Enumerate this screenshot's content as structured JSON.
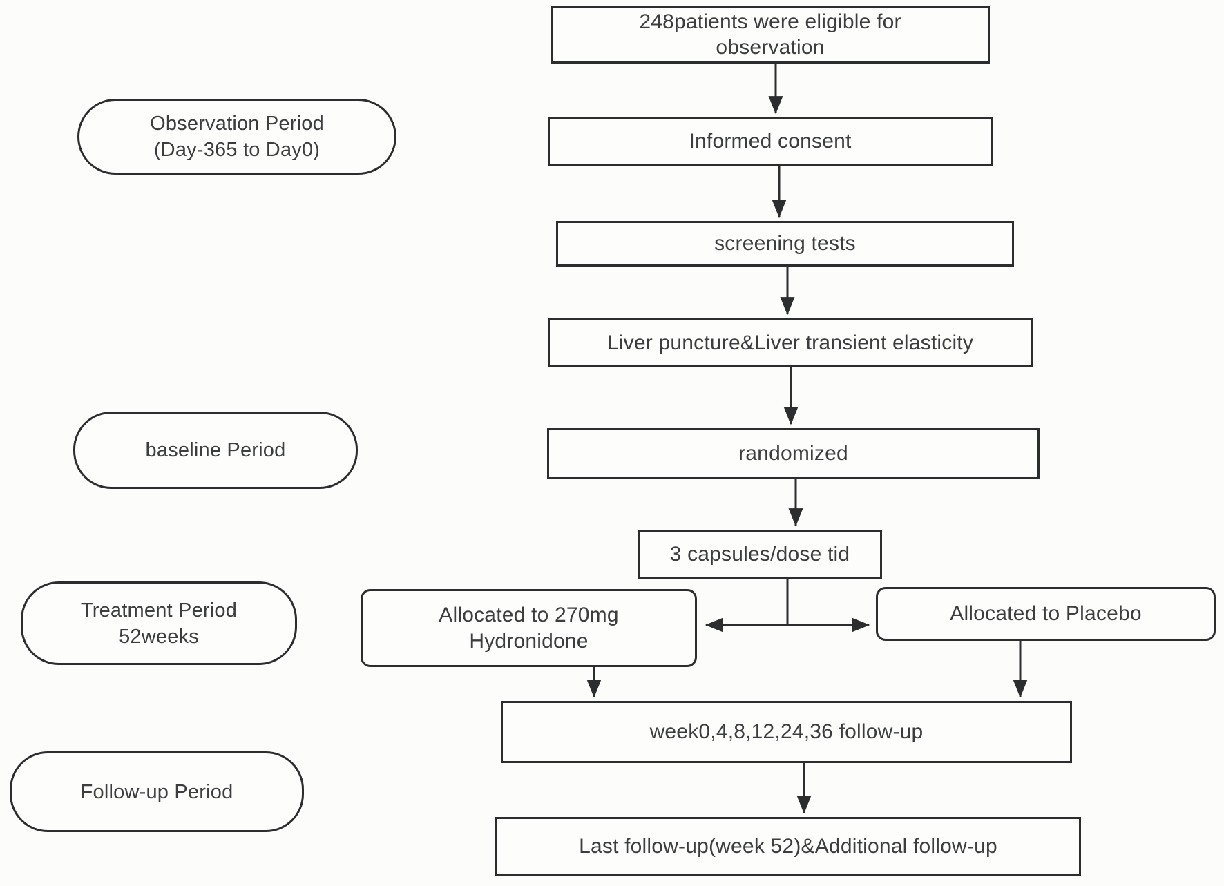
{
  "diagram": {
    "type": "flowchart",
    "colors": {
      "line": "#2b2d2e",
      "node_border": "#2b2d2e",
      "node_background": "#fdfdfc",
      "text": "#3b3d3e",
      "background": "#fcfcfb"
    },
    "side_labels": [
      {
        "id": "observation-period",
        "line1": "Observation Period",
        "line2": "(Day-365 to Day0)"
      },
      {
        "id": "baseline-period",
        "line1": "baseline Period"
      },
      {
        "id": "treatment-period",
        "line1": "Treatment Period",
        "line2": "52weeks"
      },
      {
        "id": "follow-up-period",
        "line1": "Follow-up Period"
      }
    ],
    "nodes": [
      {
        "id": "eligible",
        "line1": "248patients were eligible for",
        "line2": "observation"
      },
      {
        "id": "informed-consent",
        "line1": "Informed consent"
      },
      {
        "id": "screening-tests",
        "line1": "screening tests"
      },
      {
        "id": "liver-puncture",
        "line1": "Liver puncture&Liver transient elasticity"
      },
      {
        "id": "randomized",
        "line1": "randomized"
      },
      {
        "id": "capsules",
        "line1": "3 capsules/dose tid"
      },
      {
        "id": "hydronidone",
        "line1": "Allocated to 270mg",
        "line2": "Hydronidone"
      },
      {
        "id": "placebo",
        "line1": "Allocated to Placebo"
      },
      {
        "id": "week-follow-up",
        "line1": "week0,4,8,12,24,36 follow-up"
      },
      {
        "id": "last-follow-up",
        "line1": "Last follow-up(week 52)&Additional follow-up"
      }
    ],
    "edges": [
      {
        "from": "eligible",
        "to": "informed-consent"
      },
      {
        "from": "informed-consent",
        "to": "screening-tests"
      },
      {
        "from": "screening-tests",
        "to": "liver-puncture"
      },
      {
        "from": "liver-puncture",
        "to": "randomized"
      },
      {
        "from": "randomized",
        "to": "capsules"
      },
      {
        "from": "capsules",
        "to": "hydronidone"
      },
      {
        "from": "capsules",
        "to": "placebo"
      },
      {
        "from": "hydronidone",
        "to": "week-follow-up"
      },
      {
        "from": "placebo",
        "to": "week-follow-up"
      },
      {
        "from": "week-follow-up",
        "to": "last-follow-up"
      }
    ]
  }
}
